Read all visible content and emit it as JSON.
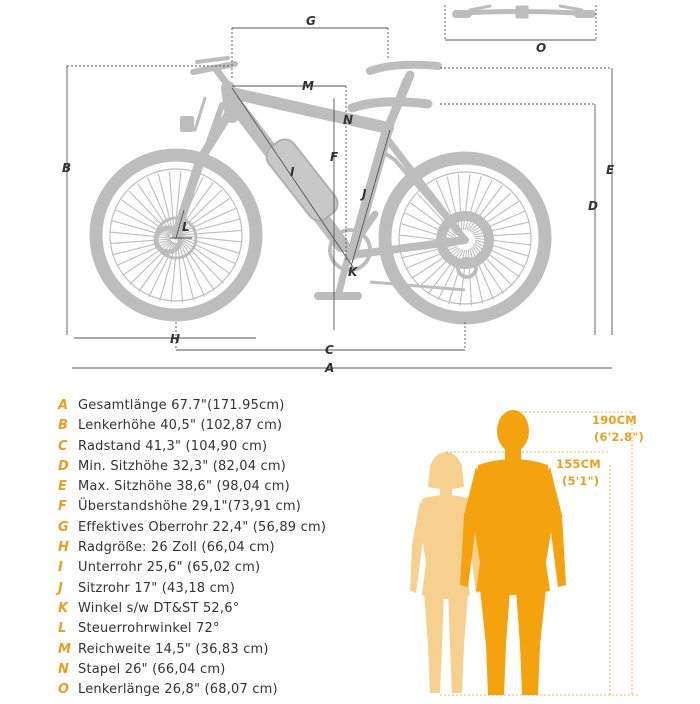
{
  "diagram_labels": {
    "A": "A",
    "B": "B",
    "C": "C",
    "D": "D",
    "E": "E",
    "F": "F",
    "G": "G",
    "H": "H",
    "I": "I",
    "J": "J",
    "K": "K",
    "L": "L",
    "M": "M",
    "N": "N",
    "O": "O"
  },
  "specs": [
    {
      "key": "A",
      "text": "Gesamtlänge 67.7\"(171.95cm)"
    },
    {
      "key": "B",
      "text": "Lenkerhöhe 40,5\" (102,87 cm)"
    },
    {
      "key": "C",
      "text": "Radstand 41,3\" (104,90 cm)"
    },
    {
      "key": "D",
      "text": "Min. Sitzhöhe 32,3\" (82,04 cm)"
    },
    {
      "key": "E",
      "text": "Max. Sitzhöhe 38,6\" (98,04 cm)"
    },
    {
      "key": "F",
      "text": "Überstandshöhe 29,1\"(73,91 cm)"
    },
    {
      "key": "G",
      "text": "Effektives Oberrohr 22,4\" (56,89 cm)"
    },
    {
      "key": "H",
      "text": "Radgröße: 26 Zoll (66,04 cm)"
    },
    {
      "key": "I",
      "text": "Unterrohr 25,6\" (65,02 cm)"
    },
    {
      "key": "J",
      "text": "Sitzrohr 17\" (43,18 cm)"
    },
    {
      "key": "K",
      "text": "Winkel s/w DT&ST 52,6°"
    },
    {
      "key": "L",
      "text": "Steuerrohrwinkel 72°"
    },
    {
      "key": "M",
      "text": "Reichweite 14,5\" (36,83 cm)"
    },
    {
      "key": "N",
      "text": "Stapel 26\" (66,04 cm)"
    },
    {
      "key": "O",
      "text": "Lenkerlänge 26,8\" (68,07 cm)"
    }
  ],
  "heights": {
    "tall_cm": "190CM",
    "tall_ft": "(6'2.8\")",
    "short_cm": "155CM",
    "short_ft": "(5'1\")"
  },
  "colors": {
    "accent": "#e8a01e",
    "tall_figure": "#f5a20f",
    "short_figure": "#f5d08f",
    "bike": "#bdbdbd"
  }
}
